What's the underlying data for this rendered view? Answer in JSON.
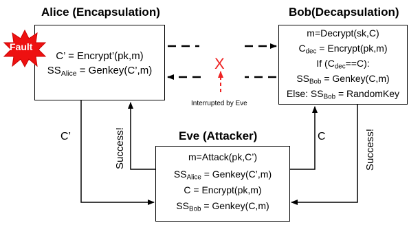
{
  "titles": {
    "alice": "Alice (Encapsulation)",
    "bob": "Bob(Decapsulation)",
    "eve": "Eve (Attacker)"
  },
  "fault_label": "Fault",
  "alice_box": {
    "line1": "C’ = Encrypt’(pk,m)",
    "line2_prefix": "SS",
    "line2_sub": "Alice",
    "line2_suffix": " = Genkey(C’,m)"
  },
  "bob_box": {
    "line1": "m=Decrypt(sk,C)",
    "line2_prefix": "C",
    "line2_sub": "dec",
    "line2_suffix": " = Encrypt(pk,m)",
    "line3_prefix": "If (C",
    "line3_sub": "dec",
    "line3_suffix": "==C):",
    "line4_prefix": "SS",
    "line4_sub": "Bob",
    "line4_suffix": " = Genkey(C,m)",
    "line5_prefix": "Else: SS",
    "line5_sub": "Bob",
    "line5_suffix": " = RandomKey"
  },
  "eve_box": {
    "line1": "m=Attack(pk,C’)",
    "line2_prefix": "SS",
    "line2_sub": "Alice",
    "line2_suffix": " = Genkey(C’,m)",
    "line3": "C = Encrypt(pk,m)",
    "line4_prefix": "SS",
    "line4_sub": "Bob",
    "line4_suffix": " = Genkey(C,m)"
  },
  "interrupt": {
    "mark": "X",
    "caption": "Interrupted by Eve"
  },
  "edge_labels": {
    "alice_to_eve": "C’",
    "eve_to_alice": "Success!",
    "eve_to_bob": "C",
    "bob_to_eve": "Success!"
  },
  "colors": {
    "interrupt": "#ee2222",
    "fault_burst": "#ee1111",
    "lines": "#000000"
  }
}
